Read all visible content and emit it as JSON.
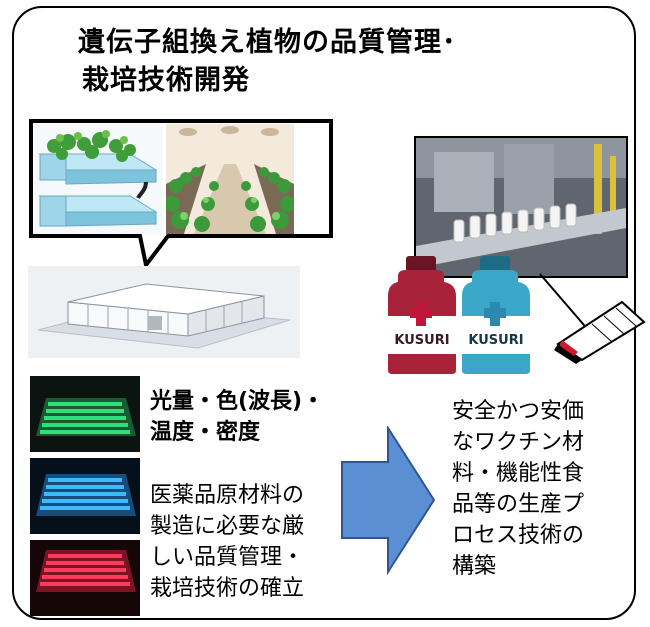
{
  "title": {
    "line1": "遺伝子組換え植物の品質管理･",
    "line2": "栽培技術開発"
  },
  "conditions": {
    "line1": "光量・色(波長)・",
    "line2": "温度・密度"
  },
  "establishment": {
    "line1": "医薬品原材料の",
    "line2": "製造に必要な厳",
    "line3": "しい品質管理・",
    "line4": "栽培技術の確立"
  },
  "outcome": {
    "line1": "安全かつ安価",
    "line2": "なワクチン材",
    "line3": "料・機能性食",
    "line4": "品等の生産プ",
    "line5": "ロセス技術の",
    "line6": "構築"
  },
  "bottle_label": "KUSURI",
  "colors": {
    "arrow_fill": "#5b8fd3",
    "arrow_stroke": "#2f5597",
    "bottle_red": "#a8233a",
    "bottle_blue": "#3aa6c8",
    "led_green": "#2fe07a",
    "led_blue": "#3fb8ff",
    "led_red": "#ff3a5a"
  }
}
